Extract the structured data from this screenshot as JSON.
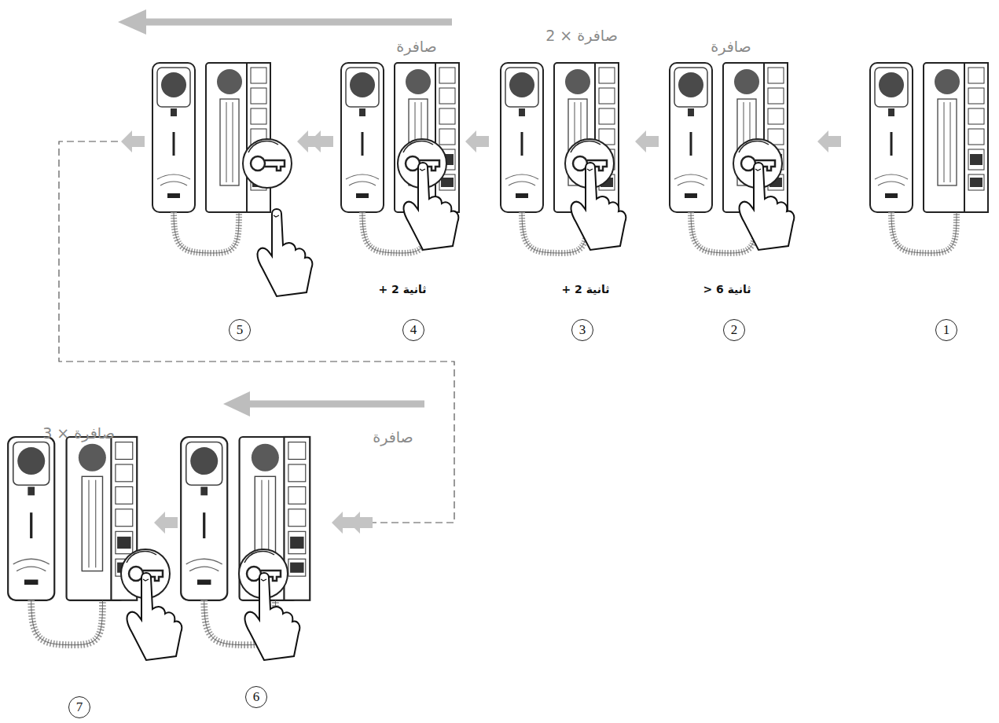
{
  "diagram": {
    "nodes": [
      {
        "text": [
          "1"
        ]
      },
      {
        "text": [
          "2"
        ]
      },
      {
        "text": [
          "3"
        ]
      },
      {
        "text": [
          "4"
        ]
      },
      {
        "text": [
          "5"
        ]
      },
      {
        "text": [
          "6"
        ]
      },
      {
        "text": [
          "7"
        ]
      }
    ],
    "labels": [
      "صافرة",
      "> 6 ثانية",
      "2 × صافرة",
      "+ 2 ثانية",
      "صافرة",
      "+ 2 ثانية",
      "صافرة",
      "3 × صافرة"
    ]
  }
}
